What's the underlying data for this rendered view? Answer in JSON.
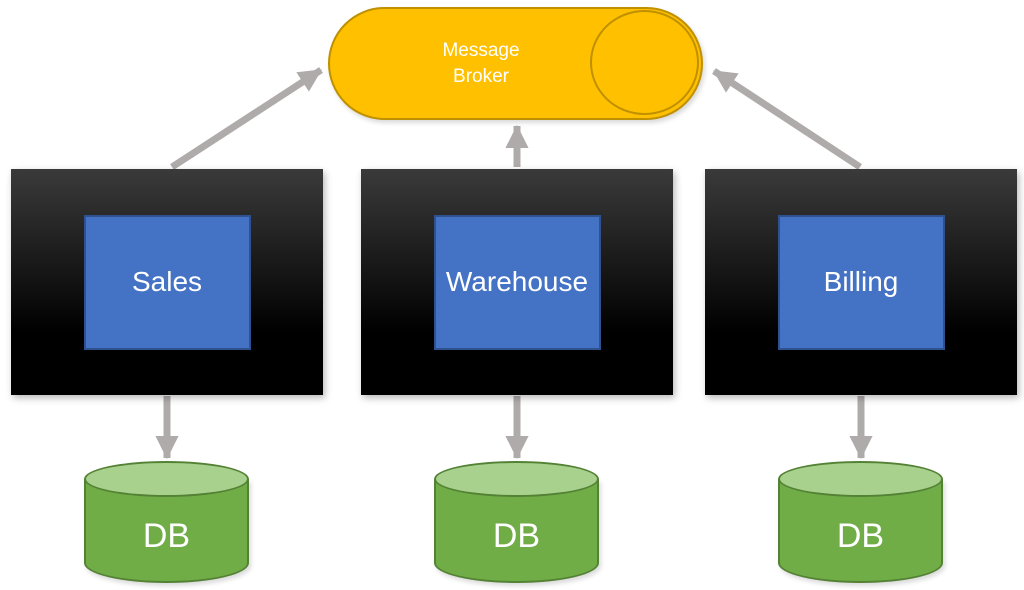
{
  "diagram": {
    "broker": {
      "label": "Message Broker",
      "shape": "horizontal-cylinder",
      "fill": "#FFC000",
      "stroke": "#BF9000",
      "text_color": "#FFFFFF"
    },
    "services": [
      {
        "id": "sales",
        "label": "Sales"
      },
      {
        "id": "warehouse",
        "label": "Warehouse"
      },
      {
        "id": "billing",
        "label": "Billing"
      }
    ],
    "service_style": {
      "outer_fill_top": "#3A3A3A",
      "outer_fill_bottom": "#000000",
      "inner_fill": "#4472C4",
      "inner_stroke": "#2F528F",
      "text_color": "#FFFFFF"
    },
    "databases": [
      {
        "id": "sales-db",
        "label": "DB"
      },
      {
        "id": "warehouse-db",
        "label": "DB"
      },
      {
        "id": "billing-db",
        "label": "DB"
      }
    ],
    "database_style": {
      "fill": "#70AD47",
      "top_fill": "#A9D18E",
      "stroke": "#548235",
      "text_color": "#FFFFFF"
    },
    "connections": [
      {
        "from": "sales",
        "to": "broker",
        "direction": "up"
      },
      {
        "from": "warehouse",
        "to": "broker",
        "direction": "up"
      },
      {
        "from": "billing",
        "to": "broker",
        "direction": "up"
      },
      {
        "from": "sales",
        "to": "sales-db",
        "direction": "down"
      },
      {
        "from": "warehouse",
        "to": "warehouse-db",
        "direction": "down"
      },
      {
        "from": "billing",
        "to": "billing-db",
        "direction": "down"
      }
    ],
    "arrow_color": "#AFABAB"
  }
}
